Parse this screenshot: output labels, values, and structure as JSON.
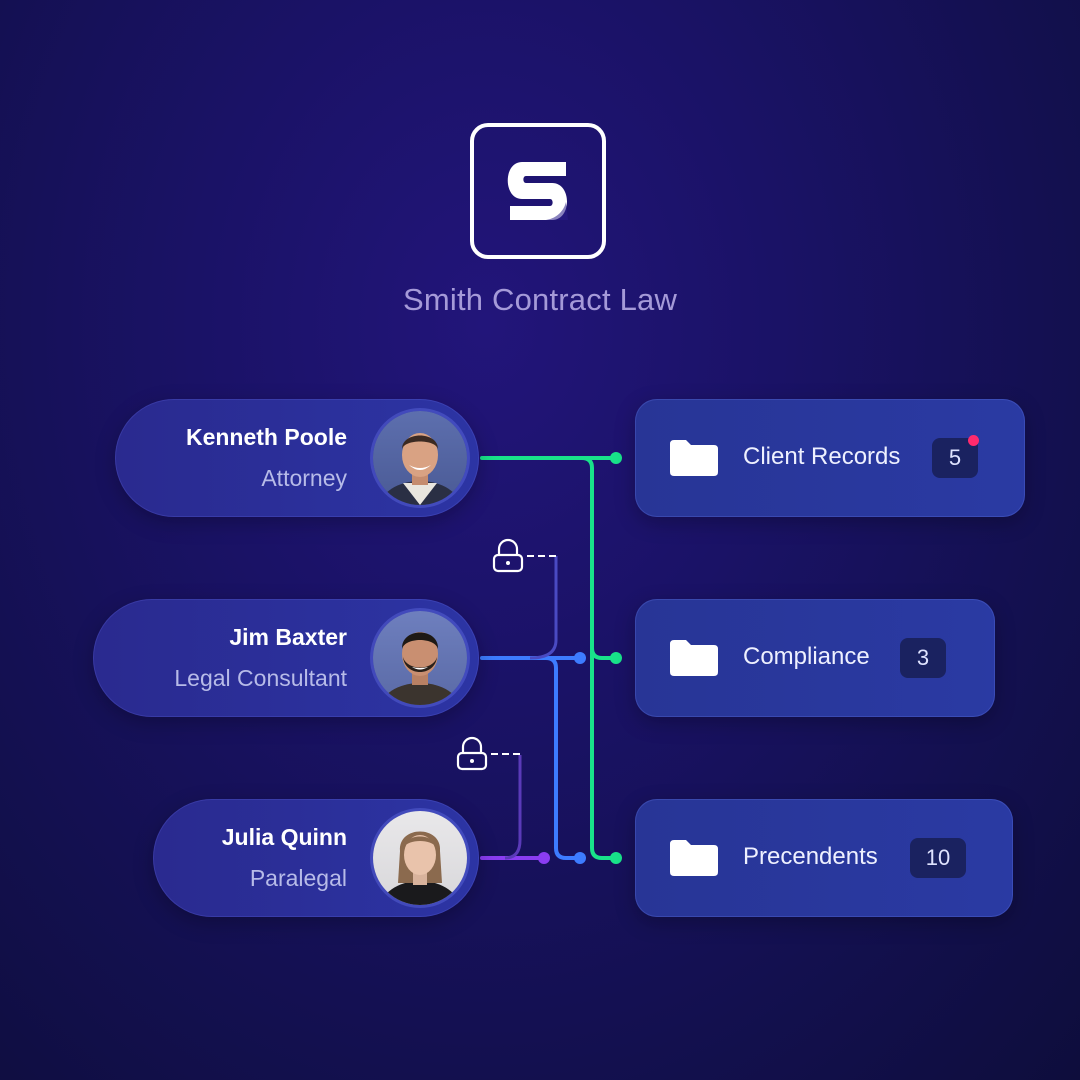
{
  "brand": {
    "logo_icon": "s-letter-logo-icon",
    "firm_name": "Smith Contract Law"
  },
  "people": [
    {
      "name": "Kenneth Poole",
      "role": "Attorney",
      "avatar": "avatar-photo",
      "link_color": "#19e38a"
    },
    {
      "name": "Jim Baxter",
      "role": "Legal Consultant",
      "avatar": "avatar-photo",
      "link_color": "#3d7cff"
    },
    {
      "name": "Julia Quinn",
      "role": "Paralegal",
      "avatar": "avatar-photo",
      "link_color": "#8a3df2"
    }
  ],
  "folders": [
    {
      "label": "Client Records",
      "count": "5",
      "has_notification": true,
      "icon": "folder-icon"
    },
    {
      "label": "Compliance",
      "count": "3",
      "has_notification": false,
      "icon": "folder-icon"
    },
    {
      "label": "Precendents",
      "count": "10",
      "has_notification": false,
      "icon": "folder-icon"
    }
  ],
  "access": {
    "restricted_icon": "lock-icon",
    "restricted_rows": [
      "Jim Baxter",
      "Julia Quinn"
    ]
  },
  "colors": {
    "background": "#1a1266",
    "attorney_link": "#19e38a",
    "consultant_link": "#3d7cff",
    "paralegal_link": "#8a3df2",
    "notification": "#ff2a6d"
  }
}
